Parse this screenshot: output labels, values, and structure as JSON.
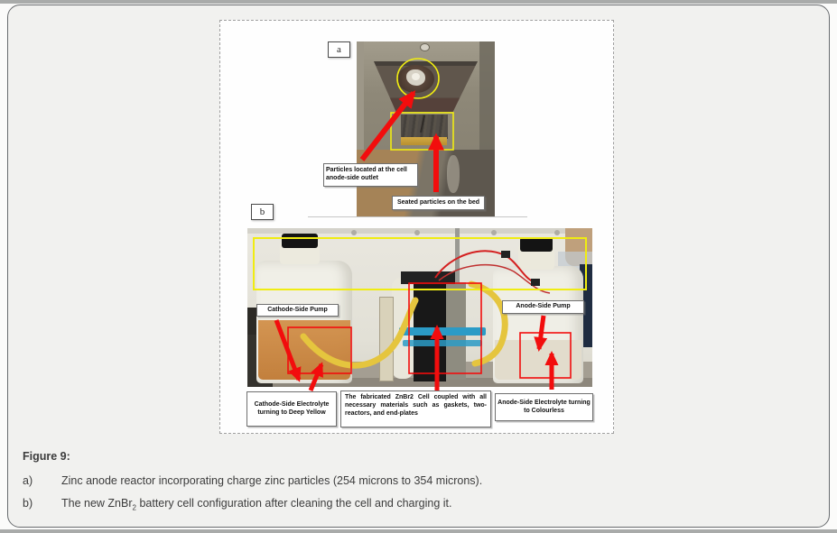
{
  "figure": {
    "panel_a": {
      "tag": "a",
      "labels": {
        "particles_outlet": "Particles located at the cell anode-side outlet",
        "seated_particles": "Seated particles on the bed"
      }
    },
    "panel_b": {
      "tag": "b",
      "labels": {
        "cathode_pump": "Cathode-Side Pump",
        "anode_pump": "Anode-Side Pump",
        "cathode_electrolyte": "Cathode-Side Electrolyte turning to Deep Yellow",
        "cell_description": "The fabricated ZnBr2 Cell coupled with all necessary materials such as gaskets, two-reactors, and end-plates",
        "anode_electrolyte": "Anode-Side Electrolyte turning to Colourless"
      }
    },
    "annotation_colors": {
      "highlight_yellow": "#f0ec12",
      "arrow_red": "#f20d0d",
      "box_red": "#f20d0d"
    }
  },
  "caption": {
    "title": "Figure 9:",
    "items": [
      {
        "marker": "a)",
        "pre": "Zinc anode reactor incorporating charge zinc particles (254 microns to 354 microns).",
        "sub": "",
        "post": ""
      },
      {
        "marker": "b)",
        "pre": "The new ZnBr",
        "sub": "2",
        "post": " battery cell configuration after cleaning the cell and charging it."
      }
    ]
  }
}
